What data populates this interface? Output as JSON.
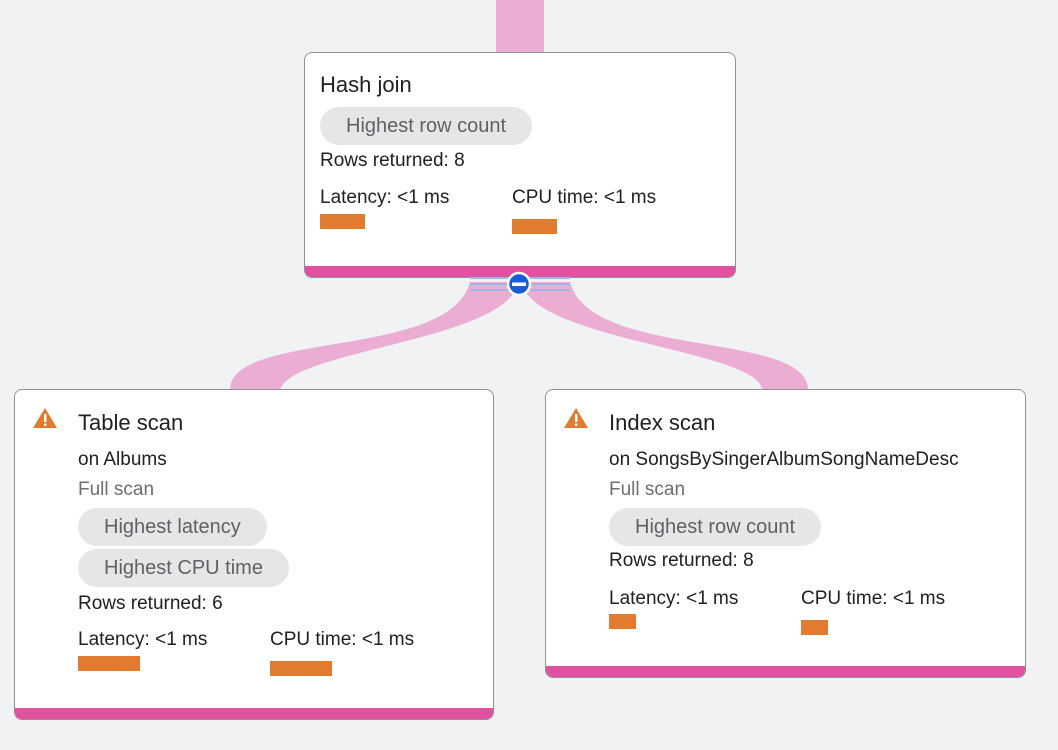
{
  "nodes": {
    "hash_join": {
      "title": "Hash join",
      "chips": [
        "Highest row count"
      ],
      "rows_returned": "Rows returned: 8",
      "latency_label": "Latency: <1 ms",
      "cpu_label": "CPU time: <1 ms"
    },
    "table_scan": {
      "title": "Table scan",
      "subtitle": "on Albums",
      "scan_type": "Full scan",
      "chips": [
        "Highest latency",
        "Highest CPU time"
      ],
      "rows_returned": "Rows returned: 6",
      "latency_label": "Latency: <1 ms",
      "cpu_label": "CPU time: <1 ms"
    },
    "index_scan": {
      "title": "Index scan",
      "subtitle": "on SongsBySingerAlbumSongNameDesc",
      "scan_type": "Full scan",
      "chips": [
        "Highest row count"
      ],
      "rows_returned": "Rows returned: 8",
      "latency_label": "Latency: <1 ms",
      "cpu_label": "CPU time: <1 ms"
    }
  },
  "icons": {
    "warning": "warning-icon",
    "collapse": "collapse-minus-icon"
  },
  "colors": {
    "background": "#f1f2f4",
    "connector": "#ebaed2",
    "accent_bar": "#e052a0",
    "metric_bar": "#e07b30",
    "chip_bg": "#e6e6e7",
    "warning": "#e07b30",
    "collapse_button": "#1a5bd6"
  }
}
